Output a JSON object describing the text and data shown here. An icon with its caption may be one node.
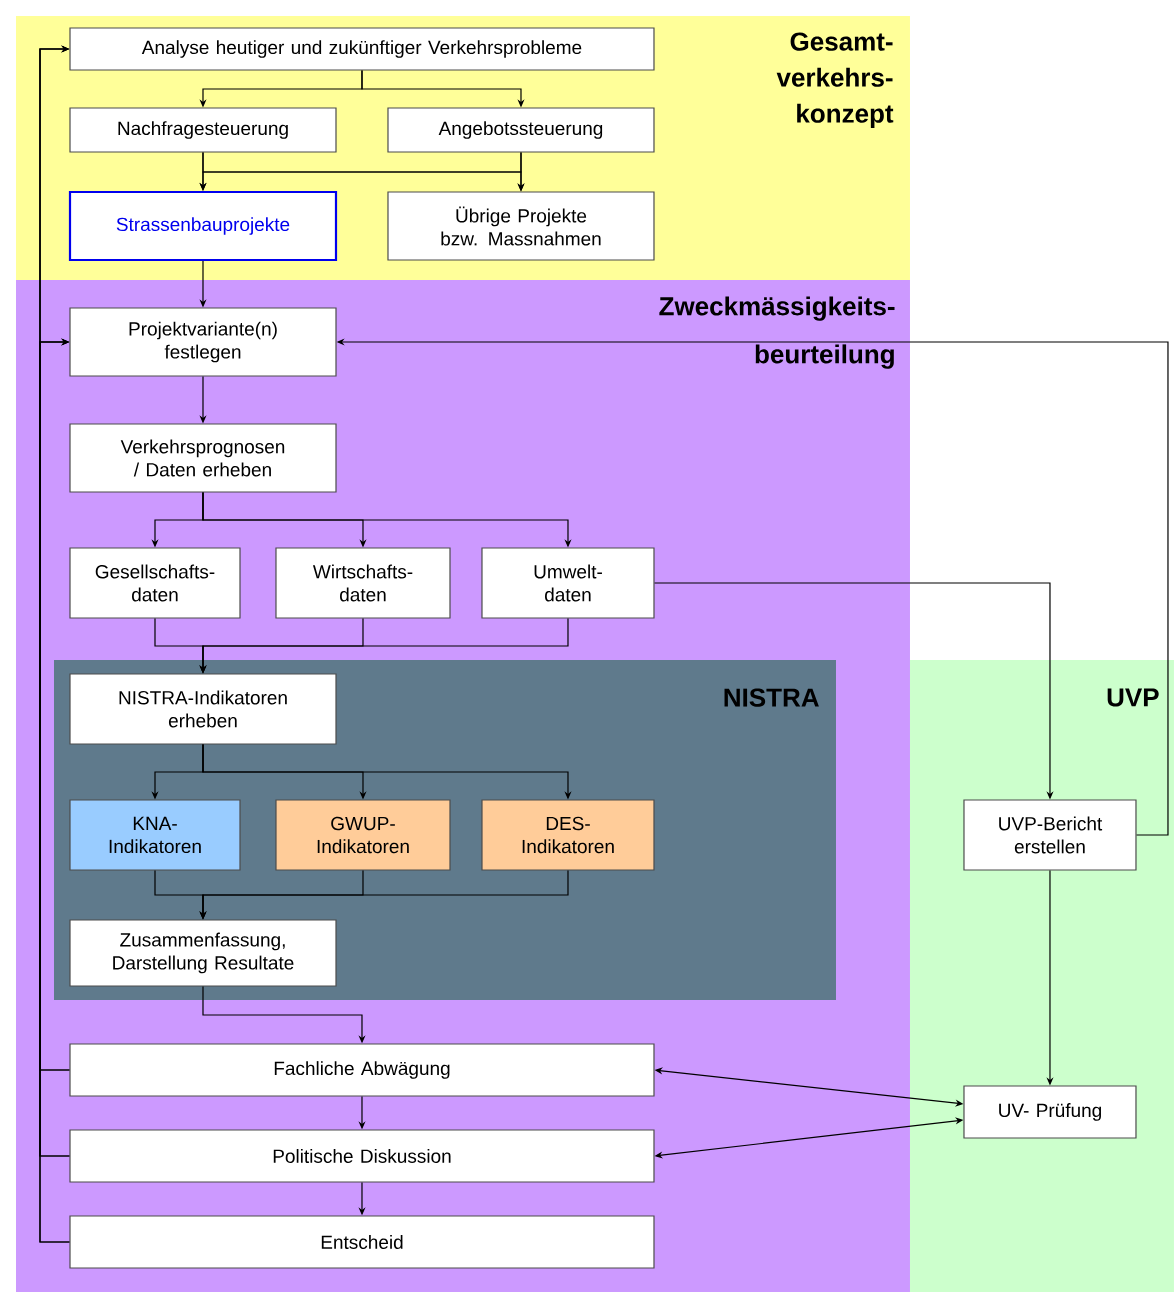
{
  "diagram": {
    "nodes": [
      {
        "text": [
          "Gesamt- verkehrs- konzept"
        ]
      },
      {
        "text": [
          "Analyse heutiger und zukünftiger Verkehrsprobleme"
        ],
        "in": 0
      },
      {
        "text": [
          "Nachfragesteuerung"
        ],
        "in": 0
      },
      {
        "text": [
          "Angebotssteuerung"
        ],
        "in": 0
      },
      {
        "text": [
          "Strassenbauprojekte"
        ],
        "in": 0
      },
      {
        "text": [
          "Übrige Projekte bzw. Massnahmen"
        ],
        "in": 0
      },
      {
        "text": [
          "Zweckmässigkeits- beurteilung"
        ]
      },
      {
        "text": [
          "Projektvariante(n) festlegen"
        ],
        "in": 6
      },
      {
        "text": [
          "Verkehrsprognosen / Daten erheben"
        ],
        "in": 6
      },
      {
        "text": [
          "Gesellschafts- daten"
        ],
        "in": 6
      },
      {
        "text": [
          "Wirtschafts- daten"
        ],
        "in": 6
      },
      {
        "text": [
          "Umwelt- daten"
        ],
        "in": 6
      },
      {
        "text": [
          "NISTRA"
        ],
        "in": 6
      },
      {
        "text": [
          "NISTRA-Indikatoren erheben"
        ],
        "in": 12
      },
      {
        "text": [
          "KNA- Indikatoren"
        ],
        "in": 12
      },
      {
        "text": [
          "GWUP- Indikatoren"
        ],
        "in": 12
      },
      {
        "text": [
          "DES- Indikatoren"
        ],
        "in": 12
      },
      {
        "text": [
          "Zusammenfassung, Darstellung Resultate"
        ],
        "in": 12
      },
      {
        "text": [
          "Fachliche Abwägung"
        ],
        "in": 6
      },
      {
        "text": [
          "Politische Diskussion"
        ],
        "in": 6
      },
      {
        "text": [
          "Entscheid"
        ],
        "in": 6
      },
      {
        "text": [
          "UVP"
        ]
      },
      {
        "text": [
          "UVP-Bericht erstellen"
        ],
        "in": 21
      },
      {
        "text": [
          "UV- Prüfung"
        ],
        "in": 21
      }
    ],
    "edges": [
      {
        "from": 1,
        "to": 2,
        "arrow": "to"
      },
      {
        "from": 1,
        "to": 3,
        "arrow": "to"
      },
      {
        "from": 2,
        "to": 4,
        "arrow": "to"
      },
      {
        "from": 2,
        "to": 5,
        "arrow": "to"
      },
      {
        "from": 3,
        "to": 4,
        "arrow": "to"
      },
      {
        "from": 3,
        "to": 5,
        "arrow": "to"
      },
      {
        "from": 4,
        "to": 7,
        "arrow": "to"
      },
      {
        "from": 7,
        "to": 8,
        "arrow": "to"
      },
      {
        "from": 8,
        "to": 9,
        "arrow": "to"
      },
      {
        "from": 8,
        "to": 10,
        "arrow": "to"
      },
      {
        "from": 8,
        "to": 11,
        "arrow": "to"
      },
      {
        "from": 9,
        "to": 13,
        "arrow": "to"
      },
      {
        "from": 10,
        "to": 13,
        "arrow": "to"
      },
      {
        "from": 11,
        "to": 13,
        "arrow": "to"
      },
      {
        "from": 11,
        "to": 22,
        "arrow": "to"
      },
      {
        "from": 13,
        "to": 14,
        "arrow": "to"
      },
      {
        "from": 13,
        "to": 15,
        "arrow": "to"
      },
      {
        "from": 13,
        "to": 16,
        "arrow": "to"
      },
      {
        "from": 14,
        "to": 17,
        "arrow": "to"
      },
      {
        "from": 15,
        "to": 17,
        "arrow": "to"
      },
      {
        "from": 16,
        "to": 17,
        "arrow": "to"
      },
      {
        "from": 17,
        "to": 18,
        "arrow": "to"
      },
      {
        "from": 18,
        "to": 19,
        "arrow": "to"
      },
      {
        "from": 19,
        "to": 20,
        "arrow": "to"
      },
      {
        "from": 18,
        "to": 1,
        "arrow": "to"
      },
      {
        "from": 19,
        "to": 1,
        "arrow": "to"
      },
      {
        "from": 20,
        "to": 1,
        "arrow": "to"
      },
      {
        "from": 18,
        "to": 7,
        "arrow": "to"
      },
      {
        "from": 19,
        "to": 7,
        "arrow": "to"
      },
      {
        "from": 20,
        "to": 7,
        "arrow": "to"
      },
      {
        "from": 22,
        "to": 7,
        "arrow": "to"
      },
      {
        "from": 22,
        "to": 23,
        "arrow": "to"
      },
      {
        "from": 23,
        "to": 18,
        "arrow": "both"
      },
      {
        "from": 23,
        "to": 19,
        "arrow": "both"
      }
    ]
  }
}
